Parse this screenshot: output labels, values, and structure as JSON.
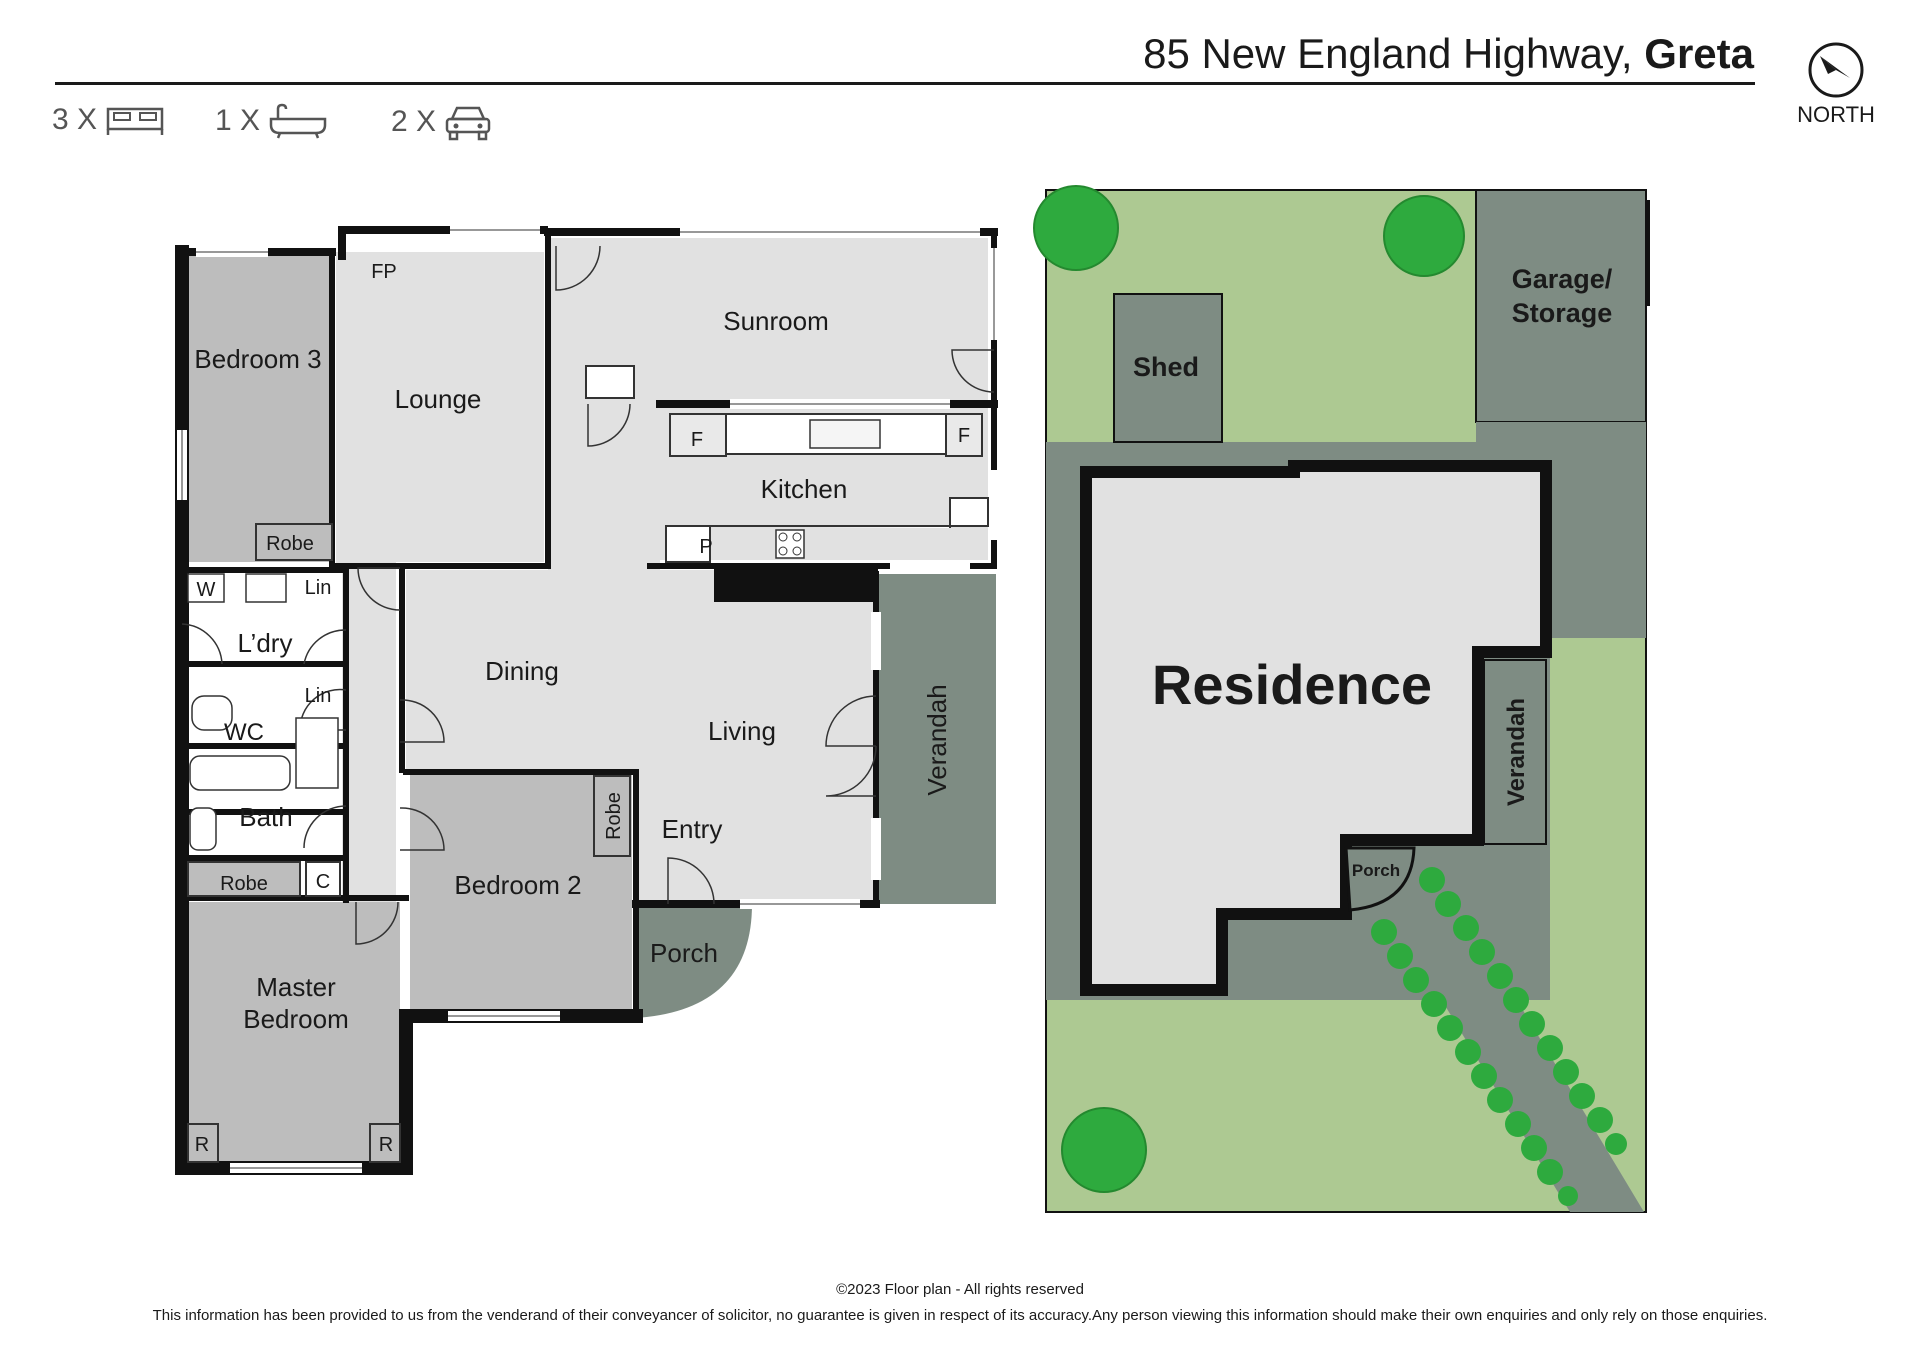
{
  "header": {
    "address": "85 New England Highway,",
    "suburb": "Greta"
  },
  "features": [
    {
      "count": "3 X",
      "icon": "bed-icon"
    },
    {
      "count": "1 X",
      "icon": "bath-icon"
    },
    {
      "count": "2 X",
      "icon": "car-icon"
    }
  ],
  "compass": {
    "label": "NORTH",
    "icon": "compass-icon"
  },
  "floorplan": {
    "rooms": {
      "bedroom3": "Bedroom 3",
      "lounge": "Lounge",
      "fp": "FP",
      "sunroom": "Sunroom",
      "kitchen": "Kitchen",
      "fridge1": "F",
      "fridge2": "F",
      "pantry": "P",
      "robe_b3": "Robe",
      "w": "W",
      "lin1": "Lin",
      "laundry": "L’dry",
      "lin2": "Lin",
      "wc": "WC",
      "bath": "Bath",
      "robe_master": "Robe",
      "c": "C",
      "master_l1": "Master",
      "master_l2": "Bedroom",
      "r1": "R",
      "r2": "R",
      "dining": "Dining",
      "living": "Living",
      "entry": "Entry",
      "bedroom2": "Bedroom 2",
      "robe_b2": "Robe",
      "porch": "Porch",
      "verandah": "Verandah"
    }
  },
  "siteplan": {
    "shed": "Shed",
    "garage_l1": "Garage/",
    "garage_l2": "Storage",
    "residence": "Residence",
    "verandah": "Verandah",
    "porch": "Porch"
  },
  "footer": {
    "copyright": "©2023 Floor plan  - All rights reserved",
    "disclaimer": "This information has been provided to us from the venderand of their conveyancer of solicitor, no guarantee is given in respect of its accuracy.Any person viewing this information should make their own enquiries and only rely on those enquiries."
  },
  "colors": {
    "wall": "#111111",
    "room_light": "#e1e1e1",
    "room_mid": "#bdbdbd",
    "verandah": "#7e8c83",
    "lawn": "#adc992",
    "tree": "#2eaa3e",
    "concrete": "#7e8c83"
  }
}
